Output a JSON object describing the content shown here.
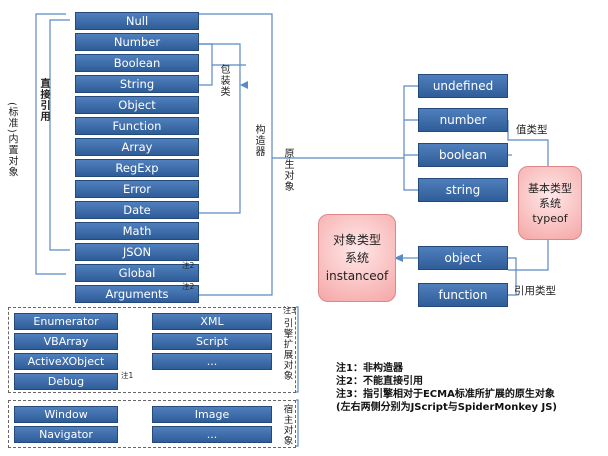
{
  "builtins": [
    "Null",
    "Number",
    "Boolean",
    "String",
    "Object",
    "Function",
    "Array",
    "RegExp",
    "Error",
    "Date",
    "Math",
    "JSON",
    "Global",
    "Arguments"
  ],
  "global_note": "注2",
  "arguments_note": "注2",
  "labels": {
    "wrapper": "包装类",
    "constructor": "构造器",
    "native_object": "原生对象",
    "direct_ref": "直接引用",
    "standard_builtin": "(标准)内置对象",
    "value_type": "值类型",
    "reference_type": "引用类型"
  },
  "engine_ext": {
    "left": [
      "Enumerator",
      "VBArray",
      "ActiveXObject",
      "Debug"
    ],
    "right": [
      "XML",
      "Script",
      "..."
    ],
    "debug_note": "注1",
    "side_note": "注3",
    "side_label": "引擎扩展对象"
  },
  "host": {
    "left": [
      "Window",
      "Navigator"
    ],
    "right": [
      "Image",
      "..."
    ],
    "side_label": "宿主对象"
  },
  "value_types": [
    "undefined",
    "number",
    "boolean",
    "string"
  ],
  "reference_types": [
    "object",
    "function"
  ],
  "basic_types": {
    "line1": "基本类型",
    "line2": "系统",
    "line3": "typeof"
  },
  "object_types": {
    "line1": "对象类型",
    "line2": "系统",
    "line3": "instanceof"
  },
  "notes": [
    "注1：非构造器",
    "注2：不能直接引用",
    "注3：指引擎相对于ECMA标准所扩展的原生对象",
    "(左右两侧分别为JScript与SpiderMonkey JS)"
  ]
}
